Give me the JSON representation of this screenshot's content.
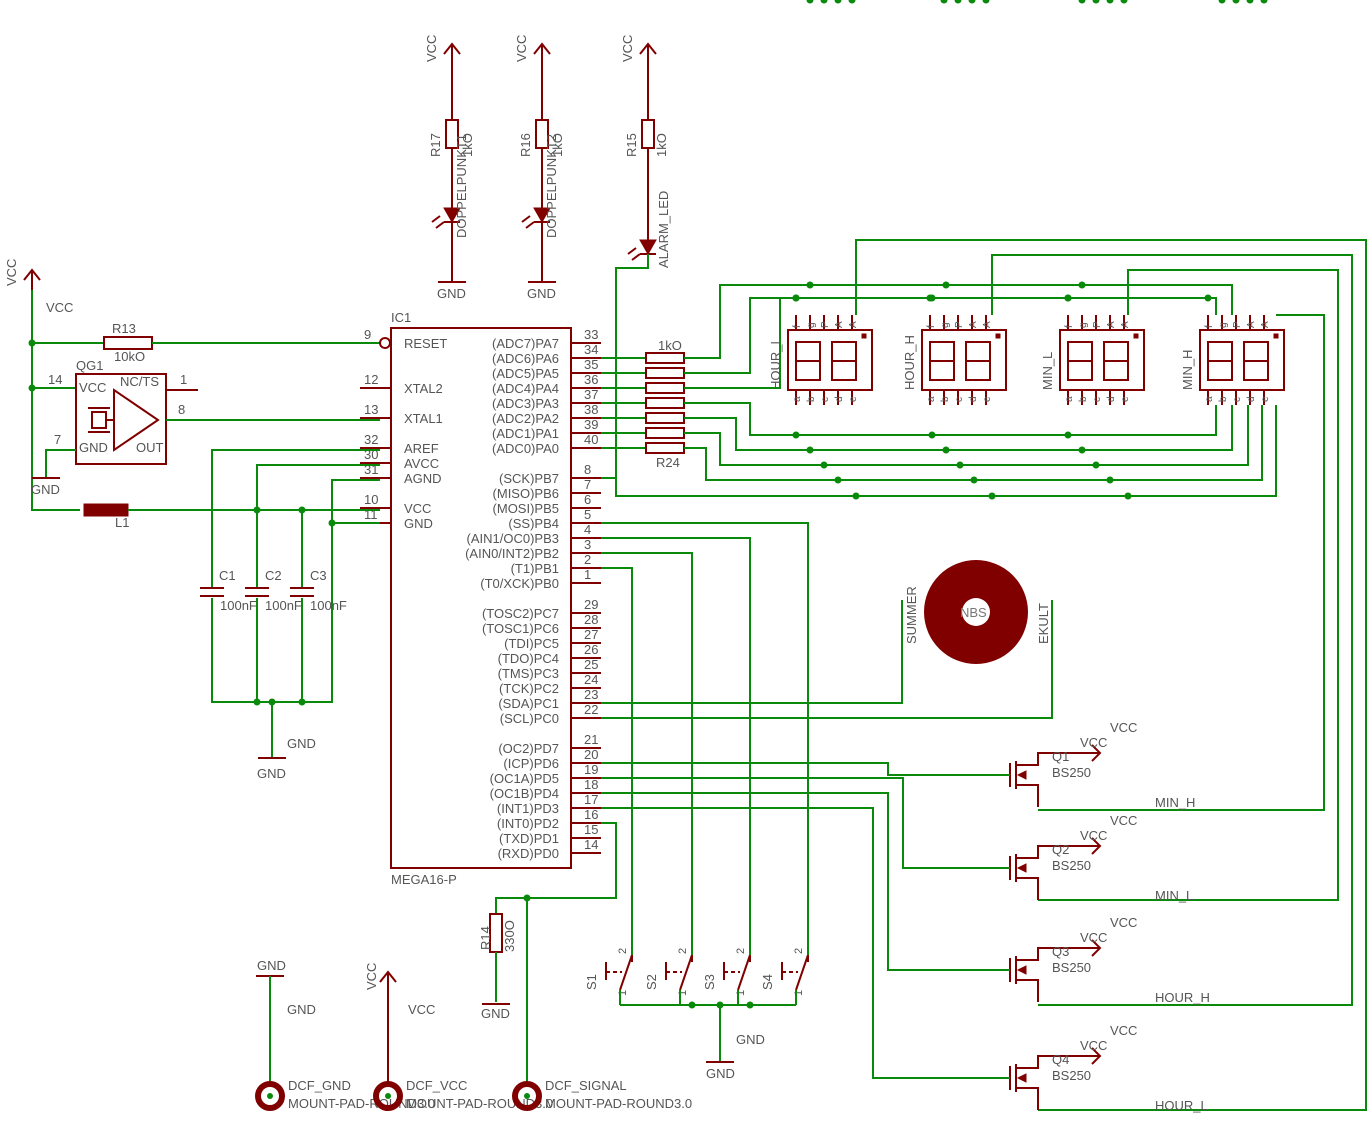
{
  "ic": {
    "ref": "IC1",
    "value": "MEGA16-P",
    "left_pins": [
      {
        "num": "9",
        "name": "RESET"
      },
      {
        "num": "12",
        "name": "XTAL2"
      },
      {
        "num": "13",
        "name": "XTAL1"
      },
      {
        "num": "32",
        "name": "AREF"
      },
      {
        "num": "30",
        "name": "AVCC"
      },
      {
        "num": "31",
        "name": "AGND"
      },
      {
        "num": "10",
        "name": "VCC"
      },
      {
        "num": "11",
        "name": "GND"
      }
    ],
    "right_pins": [
      {
        "num": "33",
        "name": "(ADC7)PA7"
      },
      {
        "num": "34",
        "name": "(ADC6)PA6"
      },
      {
        "num": "35",
        "name": "(ADC5)PA5"
      },
      {
        "num": "36",
        "name": "(ADC4)PA4"
      },
      {
        "num": "37",
        "name": "(ADC3)PA3"
      },
      {
        "num": "38",
        "name": "(ADC2)PA2"
      },
      {
        "num": "39",
        "name": "(ADC1)PA1"
      },
      {
        "num": "40",
        "name": "(ADC0)PA0"
      },
      {
        "num": "8",
        "name": "(SCK)PB7"
      },
      {
        "num": "7",
        "name": "(MISO)PB6"
      },
      {
        "num": "6",
        "name": "(MOSI)PB5"
      },
      {
        "num": "5",
        "name": "(SS)PB4"
      },
      {
        "num": "4",
        "name": "(AIN1/OC0)PB3"
      },
      {
        "num": "3",
        "name": "(AIN0/INT2)PB2"
      },
      {
        "num": "2",
        "name": "(T1)PB1"
      },
      {
        "num": "1",
        "name": "(T0/XCK)PB0"
      },
      {
        "num": "29",
        "name": "(TOSC2)PC7"
      },
      {
        "num": "28",
        "name": "(TOSC1)PC6"
      },
      {
        "num": "27",
        "name": "(TDI)PC5"
      },
      {
        "num": "26",
        "name": "(TDO)PC4"
      },
      {
        "num": "25",
        "name": "(TMS)PC3"
      },
      {
        "num": "24",
        "name": "(TCK)PC2"
      },
      {
        "num": "23",
        "name": "(SDA)PC1"
      },
      {
        "num": "22",
        "name": "(SCL)PC0"
      },
      {
        "num": "21",
        "name": "(OC2)PD7"
      },
      {
        "num": "20",
        "name": "(ICP)PD6"
      },
      {
        "num": "19",
        "name": "(OC1A)PD5"
      },
      {
        "num": "18",
        "name": "(OC1B)PD4"
      },
      {
        "num": "17",
        "name": "(INT1)PD3"
      },
      {
        "num": "16",
        "name": "(INT0)PD2"
      },
      {
        "num": "15",
        "name": "(TXD)PD1"
      },
      {
        "num": "14",
        "name": "(RXD)PD0"
      }
    ]
  },
  "labels": {
    "vcc": "VCC",
    "gnd": "GND"
  },
  "led_resistors": [
    {
      "ref": "R17",
      "value": "1kO"
    },
    {
      "ref": "R16",
      "value": "1kO"
    },
    {
      "ref": "R15",
      "value": "1kO"
    }
  ],
  "leds": [
    "DOPPELPUNKT1",
    "DOPPELPUNKT2",
    "ALARM_LED"
  ],
  "r13": {
    "ref": "R13",
    "value": "10kO"
  },
  "r14": {
    "ref": "R14",
    "value": "330O"
  },
  "oscillator": {
    "ref": "QG1",
    "pin_vcc": "VCC",
    "pin_nc": "NC/TS",
    "pin_gnd": "GND",
    "pin_out": "OUT",
    "n14": "14",
    "n1": "1",
    "n7": "7",
    "n8": "8"
  },
  "inductor": "L1",
  "capacitors": [
    {
      "ref": "C1",
      "value": "100nF"
    },
    {
      "ref": "C2",
      "value": "100nF"
    },
    {
      "ref": "C3",
      "value": "100nF"
    }
  ],
  "segment_array": {
    "top_ref": "1kO",
    "bottom_ref": "R24"
  },
  "displays": [
    {
      "name": "HOUR_L"
    },
    {
      "name": "HOUR_H"
    },
    {
      "name": "MIN_L"
    },
    {
      "name": "MIN_H"
    }
  ],
  "segment_pins_top": [
    "f",
    "g",
    "P",
    "A",
    "A"
  ],
  "segment_pins_bottom": [
    "a",
    "b",
    "c",
    "d",
    "e"
  ],
  "sensor": {
    "left": "SUMMER",
    "center": "NBS",
    "right": "EKULT"
  },
  "transistors": [
    {
      "ref": "Q1",
      "value": "BS250",
      "net": "MIN_H"
    },
    {
      "ref": "Q2",
      "value": "BS250",
      "net": "MIN_L"
    },
    {
      "ref": "Q3",
      "value": "BS250",
      "net": "HOUR_H"
    },
    {
      "ref": "Q4",
      "value": "BS250",
      "net": "HOUR_L"
    }
  ],
  "switches": [
    "S1",
    "S2",
    "S3",
    "S4"
  ],
  "switch_pins": {
    "a": "1",
    "b": "2"
  },
  "pads": [
    {
      "name": "DCF_GND",
      "pkg": "MOUNT-PAD-ROUND3.0"
    },
    {
      "name": "DCF_VCC",
      "pkg": "MOUNT-PAD-ROUND3.0"
    },
    {
      "name": "DCF_SIGNAL",
      "pkg": "MOUNT-PAD-ROUND3.0"
    }
  ]
}
